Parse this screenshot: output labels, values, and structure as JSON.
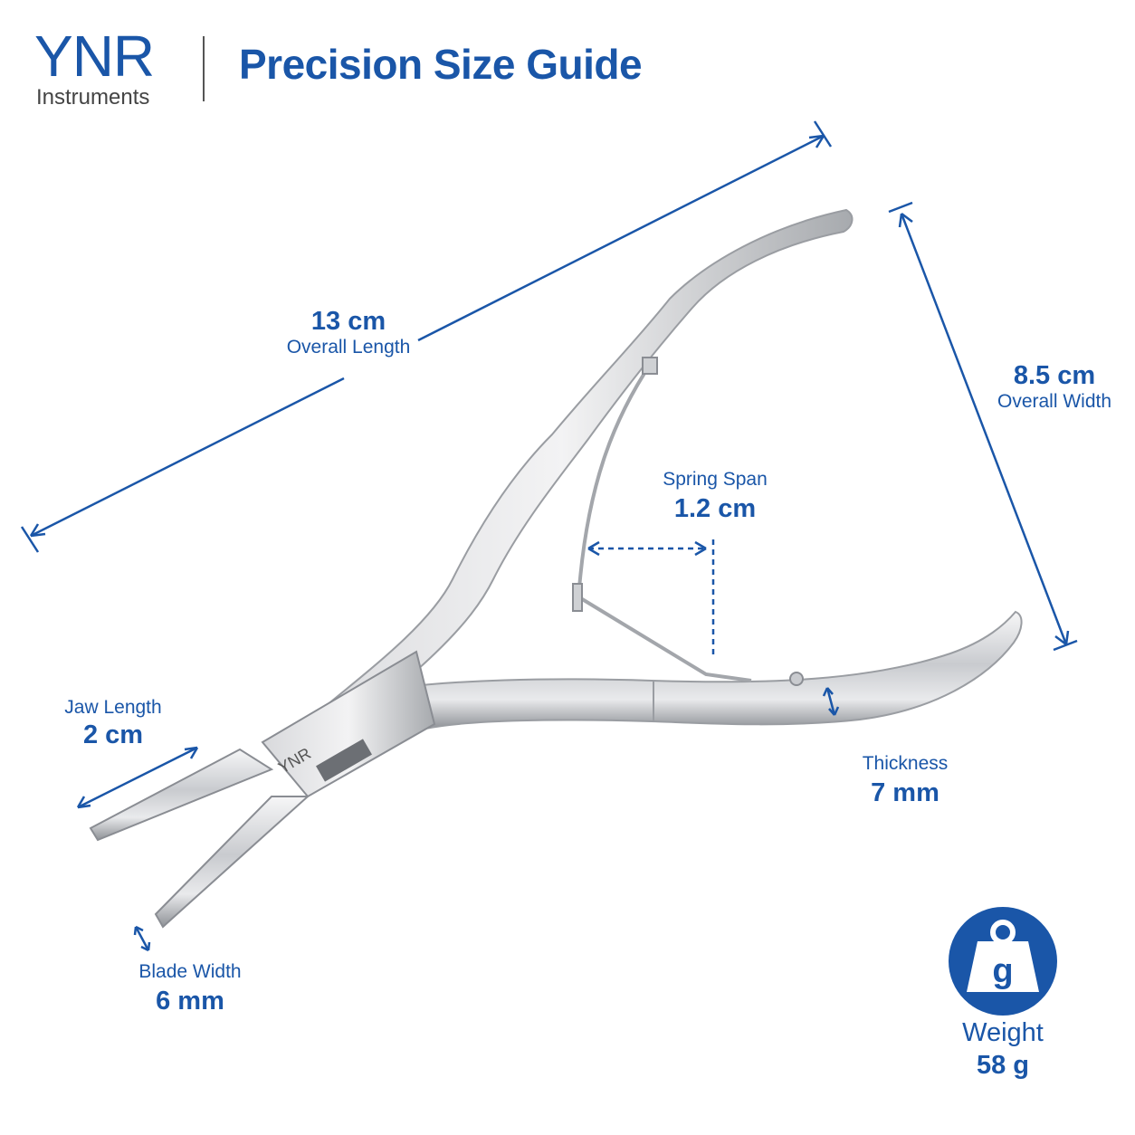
{
  "brand": {
    "name": "YNR",
    "subtitle": "Instruments",
    "tool_engraving": "YNR"
  },
  "title": "Precision Size Guide",
  "colors": {
    "accent": "#1a56a8",
    "steel_light": "#e4e5e8",
    "steel_dark": "#8a8d93",
    "background": "#ffffff"
  },
  "dimensions": {
    "overall_length": {
      "value": "13 cm",
      "label": "Overall Length"
    },
    "overall_width": {
      "value": "8.5 cm",
      "label": "Overall Width"
    },
    "spring_span": {
      "value": "1.2 cm",
      "label": "Spring Span"
    },
    "jaw_length": {
      "value": "2 cm",
      "label": "Jaw Length"
    },
    "thickness": {
      "value": "7 mm",
      "label": "Thickness"
    },
    "blade_width": {
      "value": "6 mm",
      "label": "Blade Width"
    }
  },
  "weight": {
    "label": "Weight",
    "value": "58 g",
    "icon": "weight-icon",
    "icon_letter": "g"
  }
}
